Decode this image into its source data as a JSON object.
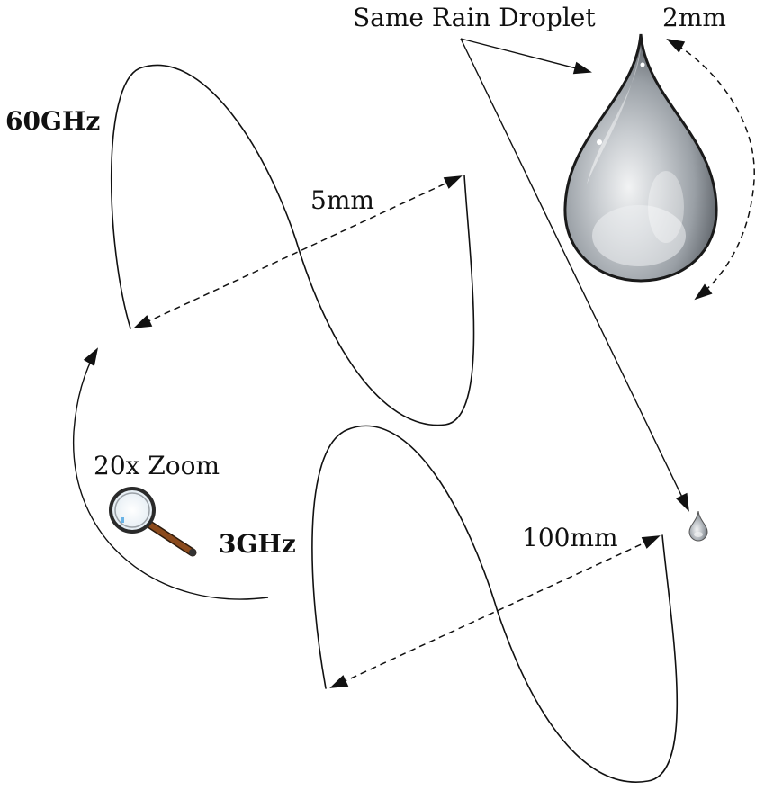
{
  "labels": {
    "same_rain_droplet": "Same Rain Droplet",
    "drop_size": "2mm",
    "high_freq": "60GHz",
    "high_wavelength": "5mm",
    "zoom": "20x Zoom",
    "low_freq": "3GHz",
    "low_wavelength": "100mm"
  },
  "icons": {
    "droplet": "water-droplet-icon",
    "magnifier": "magnifying-glass-icon"
  },
  "colors": {
    "ink": "#111111",
    "droplet_body": "#a9aeb3",
    "magnifier_handle": "#8b4a1c"
  }
}
